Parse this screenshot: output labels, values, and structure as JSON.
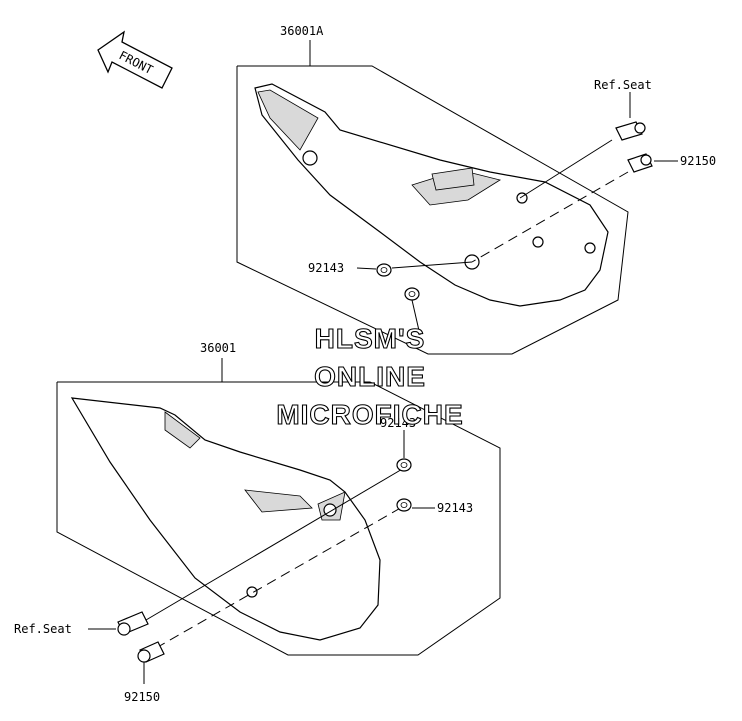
{
  "direction_arrow": {
    "label": "FRONT"
  },
  "callouts": {
    "upper_cover": "36001A",
    "upper_ref_seat": "Ref.Seat",
    "upper_bolt": "92150",
    "upper_washer_left": "92143",
    "lower_cover": "36001",
    "lower_washer_top": "92143",
    "lower_washer_right": "92143",
    "lower_ref_seat": "Ref.Seat",
    "lower_bolt": "92150"
  },
  "watermark": {
    "line1": "HLSM'S",
    "line2": "ONLINE",
    "line3": "MICROFICHE"
  }
}
